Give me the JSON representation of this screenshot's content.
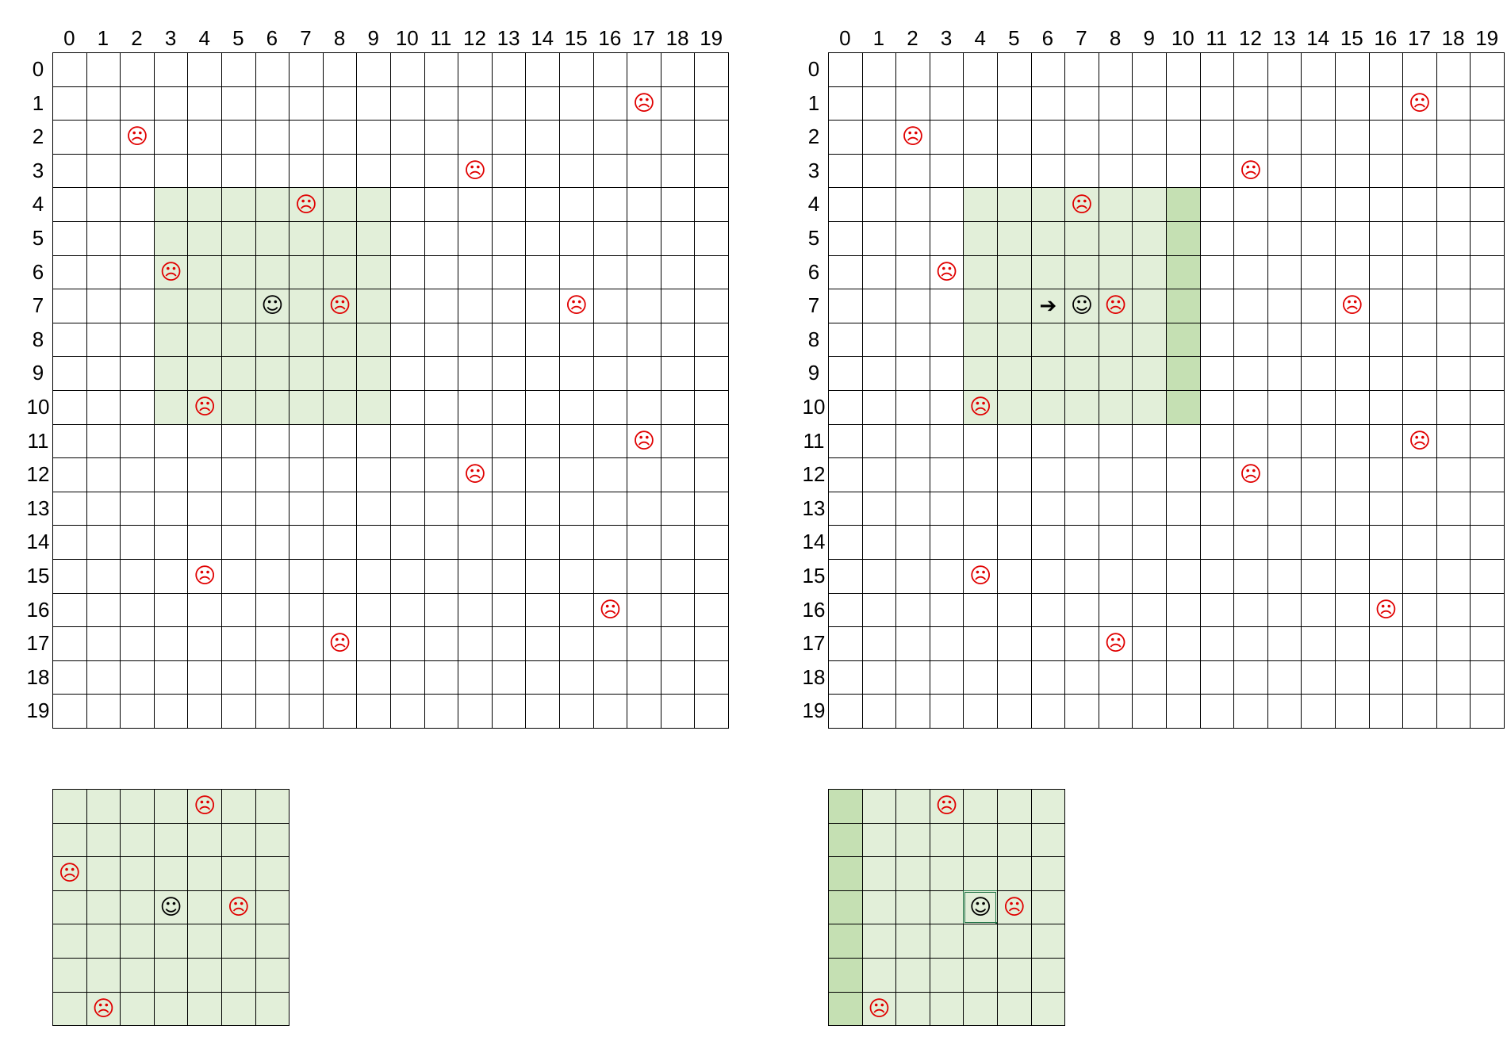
{
  "col_labels": [
    "0",
    "1",
    "2",
    "3",
    "4",
    "5",
    "6",
    "7",
    "8",
    "9",
    "10",
    "11",
    "12",
    "13",
    "14",
    "15",
    "16",
    "17",
    "18",
    "19"
  ],
  "row_labels": [
    "0",
    "1",
    "2",
    "3",
    "4",
    "5",
    "6",
    "7",
    "8",
    "9",
    "10",
    "11",
    "12",
    "13",
    "14",
    "15",
    "16",
    "17",
    "18",
    "19"
  ],
  "symbols": {
    "sad": "☹",
    "happy": "☺",
    "arrow": "➔"
  },
  "colors": {
    "highlight": "#e2efd9",
    "highlight_dark": "#c5e0b3",
    "sad": "#e00000",
    "grid_line": "#000000"
  },
  "panels": [
    {
      "id": "panel-a",
      "show_labels": true,
      "cols": 20,
      "rows": 20,
      "col_start": 0,
      "row_start": 0,
      "highlight": {
        "c0": 3,
        "c1": 9,
        "r0": 4,
        "r1": 10
      },
      "highlight_dark": null,
      "happy": [
        6,
        7
      ],
      "arrow": null,
      "focused": null,
      "sad": [
        [
          17,
          1
        ],
        [
          2,
          2
        ],
        [
          12,
          3
        ],
        [
          7,
          4
        ],
        [
          3,
          6
        ],
        [
          8,
          7
        ],
        [
          15,
          7
        ],
        [
          4,
          10
        ],
        [
          17,
          11
        ],
        [
          12,
          12
        ],
        [
          4,
          15
        ],
        [
          16,
          16
        ],
        [
          8,
          17
        ]
      ]
    },
    {
      "id": "panel-b",
      "show_labels": true,
      "cols": 20,
      "rows": 20,
      "col_start": 0,
      "row_start": 0,
      "highlight": {
        "c0": 4,
        "c1": 10,
        "r0": 4,
        "r1": 10
      },
      "highlight_dark": {
        "c0": 10,
        "c1": 10,
        "r0": 4,
        "r1": 10
      },
      "happy": [
        7,
        7
      ],
      "arrow": [
        6,
        7
      ],
      "focused": null,
      "sad": [
        [
          17,
          1
        ],
        [
          2,
          2
        ],
        [
          12,
          3
        ],
        [
          7,
          4
        ],
        [
          3,
          6
        ],
        [
          8,
          7
        ],
        [
          15,
          7
        ],
        [
          4,
          10
        ],
        [
          17,
          11
        ],
        [
          12,
          12
        ],
        [
          4,
          15
        ],
        [
          16,
          16
        ],
        [
          8,
          17
        ]
      ]
    },
    {
      "id": "panel-c",
      "show_labels": false,
      "cols": 7,
      "rows": 7,
      "col_start": 3,
      "row_start": 4,
      "highlight": {
        "c0": 3,
        "c1": 9,
        "r0": 4,
        "r1": 10
      },
      "highlight_dark": null,
      "happy": [
        6,
        7
      ],
      "arrow": null,
      "focused": null,
      "sad": [
        [
          7,
          4
        ],
        [
          3,
          6
        ],
        [
          8,
          7
        ],
        [
          4,
          10
        ]
      ]
    },
    {
      "id": "panel-d",
      "show_labels": false,
      "cols": 7,
      "rows": 7,
      "col_start": 4,
      "row_start": 4,
      "highlight": {
        "c0": 4,
        "c1": 10,
        "r0": 4,
        "r1": 10
      },
      "highlight_dark": {
        "c0": 4,
        "c1": 4,
        "r0": 4,
        "r1": 10
      },
      "happy": [
        8,
        7
      ],
      "arrow": null,
      "focused": [
        8,
        7
      ],
      "sad": [
        [
          7,
          4
        ],
        [
          9,
          7
        ],
        [
          5,
          10
        ]
      ]
    }
  ]
}
